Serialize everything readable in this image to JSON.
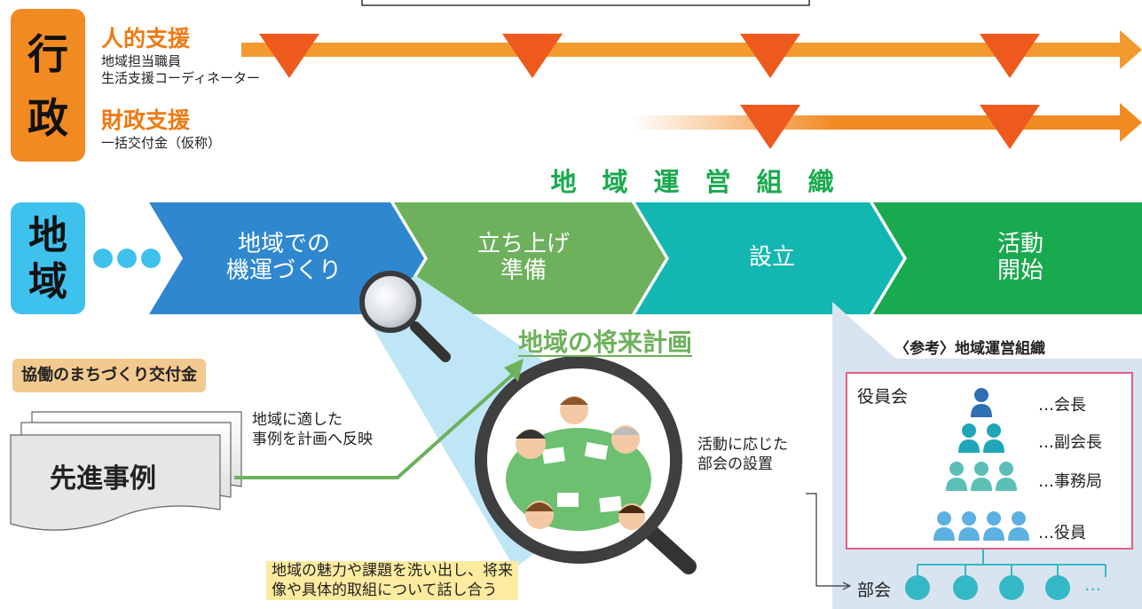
{
  "gov": {
    "char1": "行",
    "char2": "政"
  },
  "area": {
    "char1": "地",
    "char2": "域"
  },
  "human_support": {
    "title": "人的支援",
    "line1": "地域担当職員",
    "line2": "生活支援コーディネーター"
  },
  "financial_support": {
    "title": "財政支援",
    "line1": "一括交付金（仮称）"
  },
  "org_title": "地　域　運　営　組　織",
  "stages": [
    {
      "line1": "地域での",
      "line2": "機運づくり"
    },
    {
      "line1": "立ち上げ",
      "line2": "準備"
    },
    {
      "line1": "設立",
      "line2": ""
    },
    {
      "line1": "活動",
      "line2": "開始"
    }
  ],
  "future_plan": "地域の将来計画",
  "grant_label": "協働のまちづくり交付金",
  "precedent_label": "先進事例",
  "reflect_note": {
    "line1": "地域に適した",
    "line2": "事例を計画へ反映"
  },
  "discussion_note": {
    "line1": "地域の魅力や課題を洗い出し、将来",
    "line2": "像や具体的取組について話し合う"
  },
  "committee_note": {
    "line1": "活動に応じた",
    "line2": "部会の設置"
  },
  "reference": {
    "title": "〈参考〉地域運営組織",
    "board_label": "役員会",
    "roles": [
      "…会長",
      "…副会長",
      "…事務局",
      "…役員"
    ],
    "subcommittee_label": "部会",
    "more": "…"
  },
  "colors": {
    "orange": "#f28a22",
    "triangle": "#ee5a1e",
    "blue": "#2f87cf",
    "green_light": "#6db15c",
    "teal": "#13b7b1",
    "green": "#19a94e",
    "cyan": "#3fc1ee",
    "person": "#35b8c6"
  }
}
